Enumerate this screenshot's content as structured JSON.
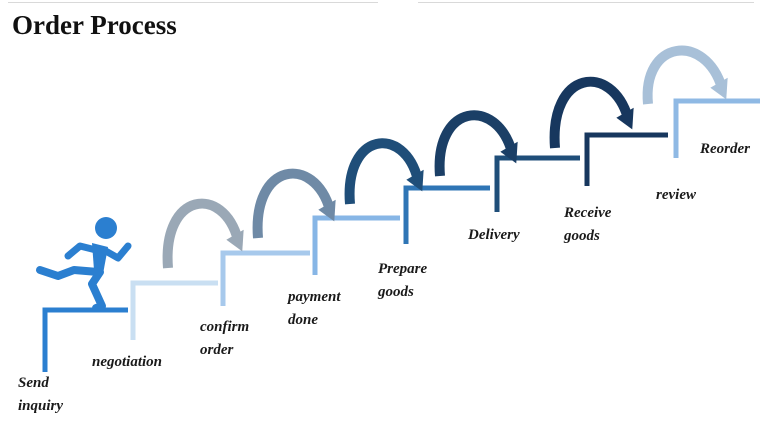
{
  "title": "Order Process",
  "steps": [
    {
      "lines": [
        "Send",
        "inquiry"
      ],
      "color": "#2b7fd0"
    },
    {
      "lines": [
        "negotiation"
      ],
      "color": "#c9dff2"
    },
    {
      "lines": [
        "confirm",
        "order"
      ],
      "color": "#a7c9ec"
    },
    {
      "lines": [
        "payment",
        "done"
      ],
      "color": "#87b6e6"
    },
    {
      "lines": [
        "Prepare",
        "goods"
      ],
      "color": "#2f75b5"
    },
    {
      "lines": [
        "Delivery"
      ],
      "color": "#1f4e79"
    },
    {
      "lines": [
        "Receive",
        "goods"
      ],
      "color": "#17375e"
    },
    {
      "lines": [
        "review"
      ],
      "color": "#8fb9e4"
    },
    {
      "lines": [
        "Reorder"
      ],
      "color": "#a9cdee"
    }
  ],
  "arrow_colors": [
    "#9aa8b6",
    "#6f8aa6",
    "#1f4e79",
    "#1b3f66",
    "#17375e",
    "#a8c0d8"
  ],
  "runner_color": "#2b7fd0"
}
